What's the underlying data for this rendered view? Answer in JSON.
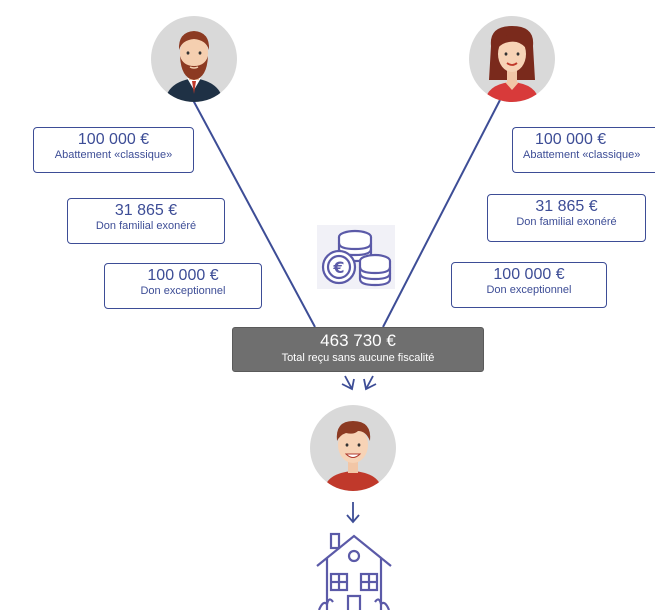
{
  "left_parent": {
    "gifts": [
      {
        "amount": "100 000 €",
        "label": "Abattement «classique»"
      },
      {
        "amount": "31 865 €",
        "label": "Don familial exonéré"
      },
      {
        "amount": "100 000 €",
        "label": "Don exceptionnel"
      }
    ]
  },
  "right_parent": {
    "gifts": [
      {
        "amount": "100 000 €",
        "label": "Abattement «classique»"
      },
      {
        "amount": "31 865 €",
        "label": "Don familial exonéré"
      },
      {
        "amount": "100 000 €",
        "label": "Don exceptionnel"
      }
    ]
  },
  "total": {
    "amount": "463 730 €",
    "label": "Total reçu sans aucune fiscalité"
  },
  "colors": {
    "accent": "#3d4d96",
    "icon": "#5b5aa8",
    "total_bg": "#6f6f6f",
    "avatar_bg": "#d9d9d9"
  },
  "icons": [
    "father-avatar",
    "mother-avatar",
    "coins-icon",
    "child-avatar",
    "house-icon"
  ]
}
